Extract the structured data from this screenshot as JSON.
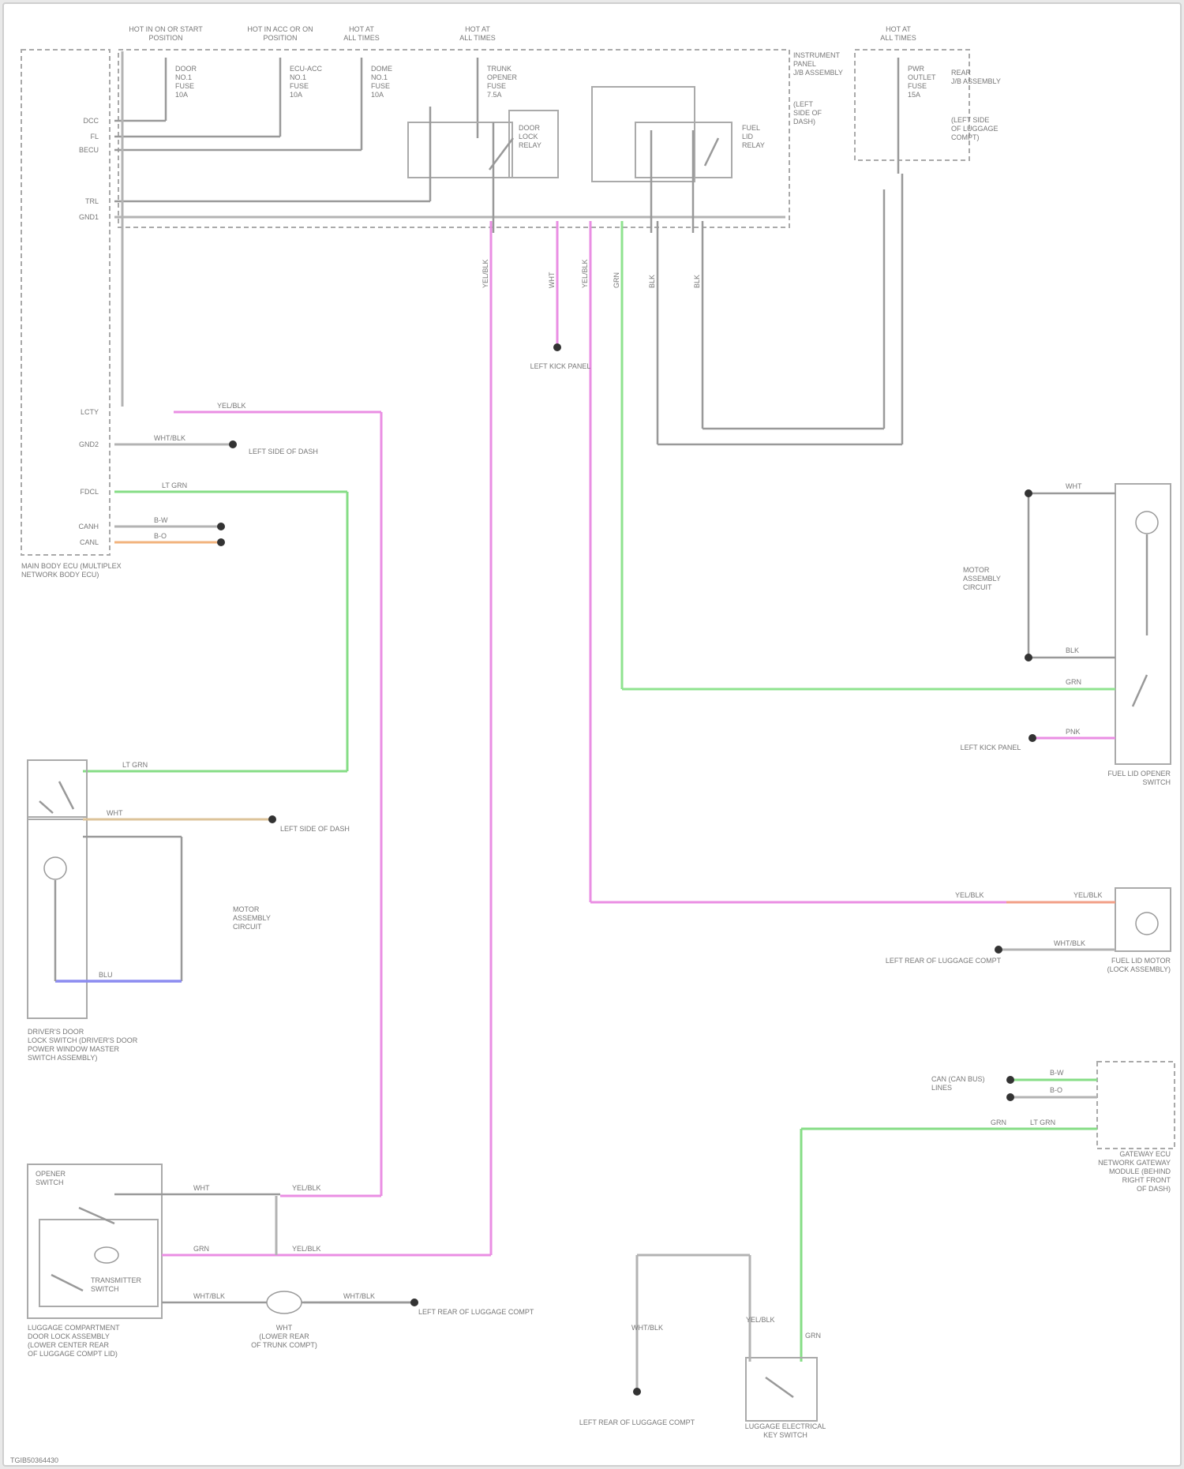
{
  "footer_code": "TGIB50364430",
  "fuse_labels": [
    {
      "lines": [
        "HOT IN ON OR START",
        "POSITION"
      ]
    },
    {
      "lines": [
        "HOT IN ACC OR ON",
        "POSITION"
      ]
    },
    {
      "lines": [
        "HOT AT",
        "ALL TIMES"
      ]
    },
    {
      "lines": [
        "HOT AT",
        "ALL TIMES"
      ]
    },
    {
      "lines": [
        "HOT AT",
        "ALL TIMES"
      ]
    }
  ],
  "fuse_boxes": [
    {
      "lines": [
        "DOOR",
        "NO.1",
        "FUSE",
        "10A"
      ]
    },
    {
      "lines": [
        "ECU-ACC",
        "NO.1",
        "FUSE",
        "10A"
      ]
    },
    {
      "lines": [
        "DOME",
        "NO.1",
        "FUSE",
        "10A"
      ]
    },
    {
      "lines": [
        "TRUNK",
        "OPENER",
        "FUSE",
        "7.5A"
      ]
    },
    {
      "lines": [
        "PWR",
        "OUTLET",
        "FUSE",
        "15A"
      ]
    }
  ],
  "relay_labels": [
    {
      "lines": [
        "DOOR",
        "LOCK",
        "RELAY"
      ]
    },
    {
      "lines": [
        "FUEL",
        "LID",
        "RELAY"
      ]
    }
  ],
  "panel_labels": {
    "instrument_panel_jb": [
      "INSTRUMENT",
      "PANEL",
      "J/B ASSEMBLY"
    ],
    "jb_left_kick": [
      "(LEFT",
      "SIDE OF",
      "DASH)"
    ],
    "rear_jb": [
      "REAR",
      "J/B ASSEMBLY"
    ],
    "rear_jb_loc": [
      "(LEFT SIDE",
      "OF LUGGAGE",
      "COMPT)"
    ],
    "main_body_ecu": [
      "MAIN BODY ECU (MULTIPLEX",
      "NETWORK BODY ECU)"
    ]
  },
  "ecu_pins": [
    {
      "name": "DCC"
    },
    {
      "name": "FL"
    },
    {
      "name": "BECU"
    },
    {
      "name": "TRL"
    },
    {
      "name": "GND1"
    },
    {
      "name": "LCTY"
    },
    {
      "name": "GND2"
    },
    {
      "name": "FDCL"
    },
    {
      "name": "CANH"
    },
    {
      "name": "CANL"
    }
  ],
  "wire_colors": {
    "top_drops": [
      "YEL/BLK",
      "WHT",
      "YEL/BLK",
      "GRN",
      "BLK",
      "BLK"
    ],
    "lcty": "YEL/BLK",
    "gnd2": "WHT/BLK",
    "fdcl": "LT GRN",
    "canh": "B-W",
    "canl": "B-O",
    "grounds": [
      "LEFT KICK PANEL",
      "LEFT SIDE OF DASH",
      "LEFT REAR OF LUGGAGE COMPT",
      "LEFT REAR OF LUGGAGE COMPT"
    ]
  },
  "left_components": {
    "door_switch_assembly": [
      "DRIVER'S DOOR",
      "LOCK SWITCH (DRIVER'S DOOR",
      "POWER WINDOW MASTER",
      "SWITCH ASSEMBLY)"
    ],
    "transmitter_opener": [
      "OPENER",
      "SWITCH",
      "TRANSMITTER",
      "SWITCH"
    ],
    "luggage_lock_assembly": [
      "LUGGAGE COMPARTMENT",
      "DOOR LOCK ASSEMBLY",
      "(LOWER CENTER REAR",
      "OF LUGGAGE COMPT LID)"
    ],
    "connector": [
      "WHT",
      "(LOWER REAR",
      "OF TRUNK COMPT)"
    ],
    "wire_marks": [
      "YEL/BLK",
      "BLK",
      "WHT/BLK",
      "WHT/BLK",
      "LT GRN",
      "WHT",
      "BLU",
      "GRN"
    ]
  },
  "right_components": {
    "fuel_lid_opener_switch": [
      "FUEL LID OPENER",
      "SWITCH"
    ],
    "fuel_lid_motor": [
      "FUEL LID MOTOR",
      "(LOCK ASSEMBLY)"
    ],
    "gateway_ecu": [
      "GATEWAY ECU",
      "NETWORK GATEWAY",
      "MODULE (BEHIND",
      "RIGHT FRONT",
      "OF DASH)"
    ],
    "luggage_switch": [
      "LUGGAGE ELECTRICAL",
      "KEY SWITCH"
    ],
    "ground_labels": [
      "LEFT KICK PANEL",
      "LEFT REAR OF LUGGAGE COMPT",
      "LEFT REAR OF LUGGAGE COMPT"
    ],
    "can_labels": [
      "CAN (CAN BUS)",
      "LINES"
    ],
    "motor_labels": [
      "MOTOR",
      "ASSEMBLY",
      "CIRCUIT"
    ],
    "fuel_lid_wires": [
      "WHT",
      "BLK",
      "GRN",
      "PNK",
      "YEL/BLK",
      "YEL/BLK",
      "WHT/BLK"
    ],
    "gateway_wires": [
      "B-W",
      "B-O",
      "LT GRN",
      "GRN"
    ],
    "switch_wires": [
      "WHT/BLK",
      "YEL/BLK",
      "GRN"
    ]
  }
}
